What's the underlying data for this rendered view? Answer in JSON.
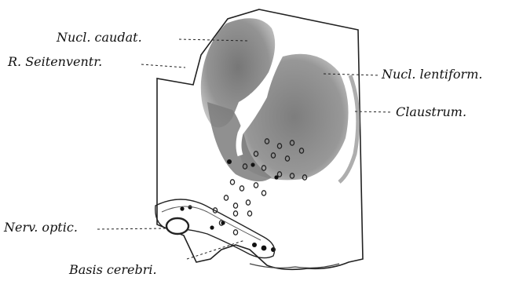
{
  "figure": {
    "labels": {
      "nucl_caudat": "Nucl. caudat.",
      "r_seitenventr": "R. Seitenventr.",
      "nucl_lentiform": "Nucl. lentiform.",
      "claustrum": "Claustrum.",
      "nerv_optic": "Nerv. optic.",
      "basis_cerebri": "Basis cerebri."
    }
  }
}
